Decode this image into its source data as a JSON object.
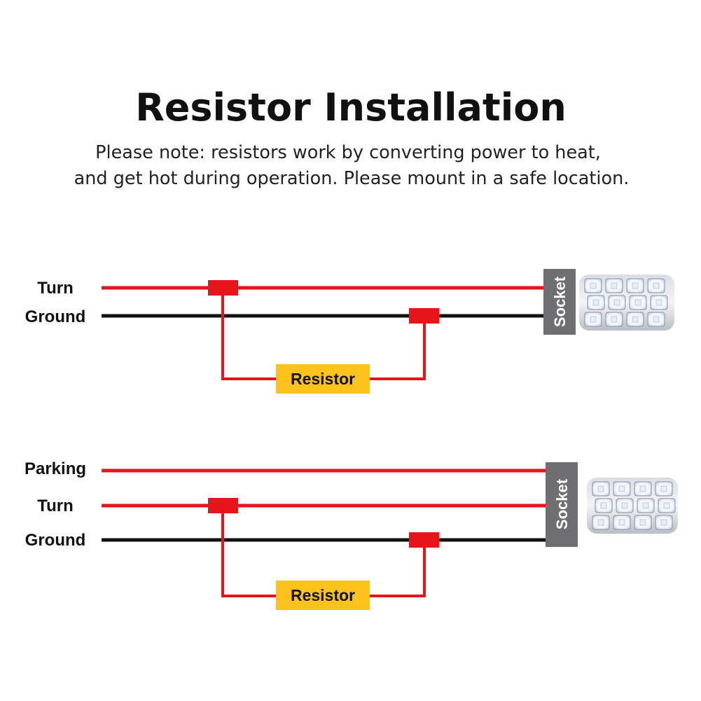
{
  "title": "Resistor Installation",
  "note": {
    "line1": "Please note: resistors work by converting power to heat,",
    "line2": "and get hot during operation. Please mount in a safe location."
  },
  "colors": {
    "signal_wire": "#e8141b",
    "ground_wire": "#111111",
    "resistor_fill": "#fbc31b",
    "socket_fill": "#6e6e73",
    "led_chip": "#f4f8ff"
  },
  "diagrams": [
    {
      "wires": [
        {
          "label": "Turn",
          "color": "red"
        },
        {
          "label": "Ground",
          "color": "black"
        }
      ],
      "resistor_label": "Resistor",
      "socket_label": "Socket"
    },
    {
      "wires": [
        {
          "label": "Parking",
          "color": "red"
        },
        {
          "label": "Turn",
          "color": "red"
        },
        {
          "label": "Ground",
          "color": "black"
        }
      ],
      "resistor_label": "Resistor",
      "socket_label": "Socket"
    }
  ]
}
